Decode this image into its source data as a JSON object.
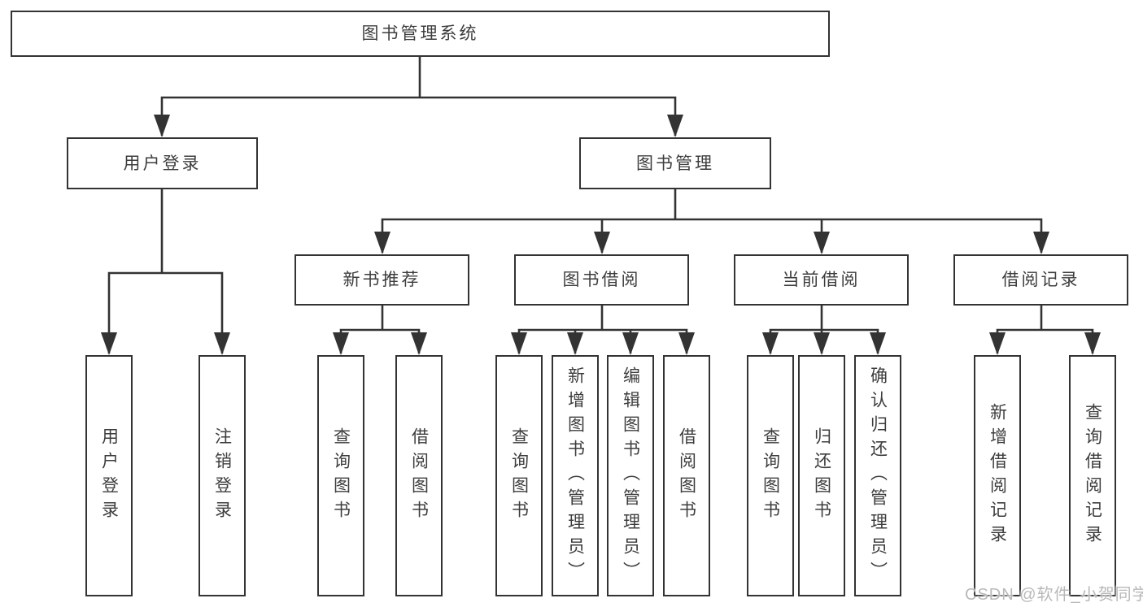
{
  "diagram": {
    "nodes": {
      "root": "图书管理系统",
      "user_login": "用户登录",
      "book_mgmt": "图书管理",
      "new_book_rec": "新书推荐",
      "book_borrow": "图书借阅",
      "current_borrow": "当前借阅",
      "borrow_records": "借阅记录",
      "leaf_user_login": "用户登录",
      "leaf_logout": "注销登录",
      "leaf_nb_query": "查询图书",
      "leaf_nb_borrow": "借阅图书",
      "leaf_bb_query": "查询图书",
      "leaf_bb_add": "新增图书（管理员）",
      "leaf_bb_edit": "编辑图书（管理员）",
      "leaf_bb_borrow": "借阅图书",
      "leaf_cb_query": "查询图书",
      "leaf_cb_return": "归还图书",
      "leaf_cb_confirm": "确认归还（管理员）",
      "leaf_br_add": "新增借阅记录",
      "leaf_br_query": "查询借阅记录"
    },
    "colors": {
      "line": "#333333",
      "text": "#3d3d3d",
      "background": "#ffffff",
      "watermark": "#b9b9b9"
    }
  },
  "watermark": "CSDN @软件_小贺同学"
}
